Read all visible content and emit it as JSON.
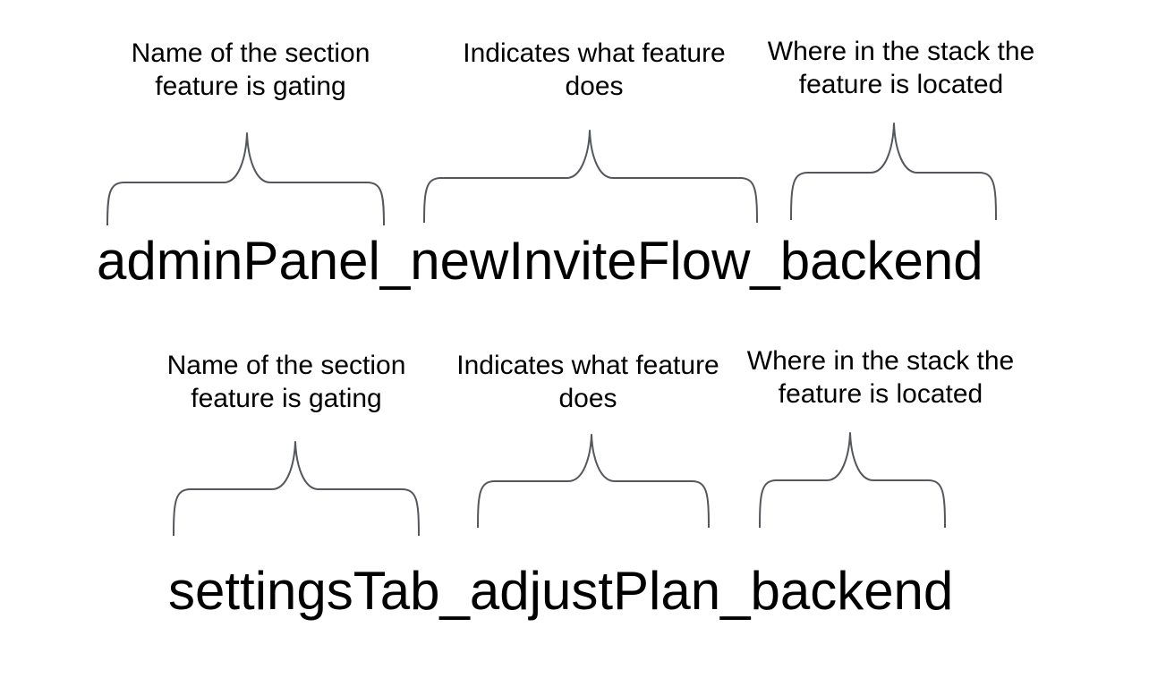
{
  "colors": {
    "background": "#ffffff",
    "text": "#000000",
    "brace": "#54575b"
  },
  "figures": [
    {
      "flag_name": "adminPanel_newInviteFlow_backend",
      "labels": [
        {
          "line1": "Name of the section",
          "line2": "feature is gating"
        },
        {
          "line1": "Indicates what feature",
          "line2": "does"
        },
        {
          "line1": "Where in the stack the",
          "line2": "feature is located"
        }
      ]
    },
    {
      "flag_name": "settingsTab_adjustPlan_backend",
      "labels": [
        {
          "line1": "Name of the section",
          "line2": "feature is gating"
        },
        {
          "line1": "Indicates what feature",
          "line2": "does"
        },
        {
          "line1": "Where in the stack the",
          "line2": "feature is located"
        }
      ]
    }
  ]
}
